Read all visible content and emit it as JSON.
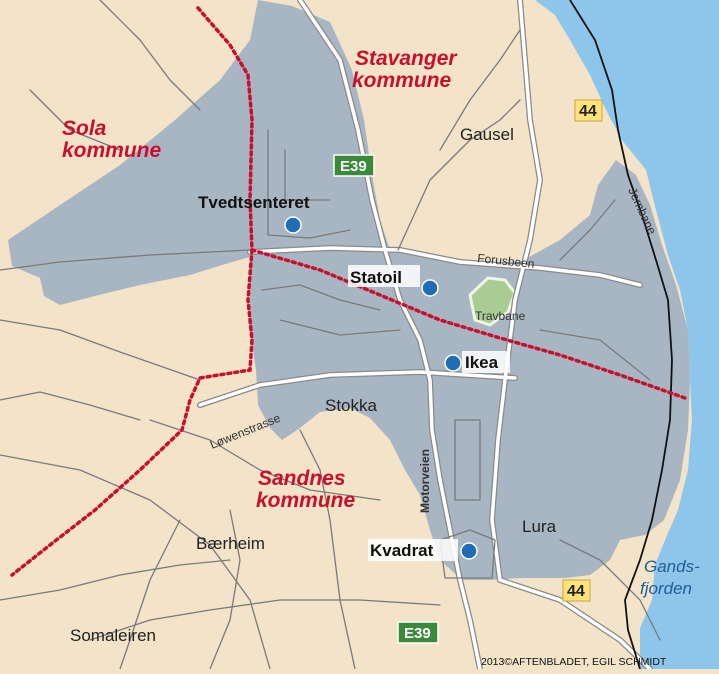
{
  "municipalities": {
    "stavanger": [
      "Stavanger",
      "kommune"
    ],
    "sola": [
      "Sola",
      "kommune"
    ],
    "sandnes": [
      "Sandnes",
      "kommune"
    ]
  },
  "places": {
    "gausel": "Gausel",
    "lura": "Lura",
    "baerheim": "Bærheim",
    "somaleiren": "Somaleiren",
    "stokka": "Stokka"
  },
  "points_of_interest": [
    {
      "key": "tvedtsenteret",
      "label": "Tvedtsenteret"
    },
    {
      "key": "statoil",
      "label": "Statoil"
    },
    {
      "key": "ikea",
      "label": "Ikea"
    },
    {
      "key": "kvadrat",
      "label": "Kvadrat"
    }
  ],
  "roads": {
    "forusbeen": "Forusbeen",
    "lowenstrasse": "Løwenstrasse",
    "motorveien": "Motorveien",
    "travbane": "Travbane",
    "jernbane": "Jernbane"
  },
  "water": {
    "fjord": [
      "Gands-",
      "fjorden"
    ]
  },
  "shields": {
    "e39_top": "E39",
    "e39_bottom": "E39",
    "rv44_top": "44",
    "rv44_bottom": "44"
  },
  "credit": "2013©AFTENBLADET, EGIL SCHMIDT",
  "colors": {
    "land": "#f2e3c9",
    "industrial_area": "#a8b5c2",
    "water": "#8ec5ea",
    "racetrack": "#a9cc93",
    "border": "#c8102e",
    "e_road_shield": "#3b8a3b",
    "national_road_shield": "#ffe27a",
    "poi_marker": "#1f6db5"
  }
}
